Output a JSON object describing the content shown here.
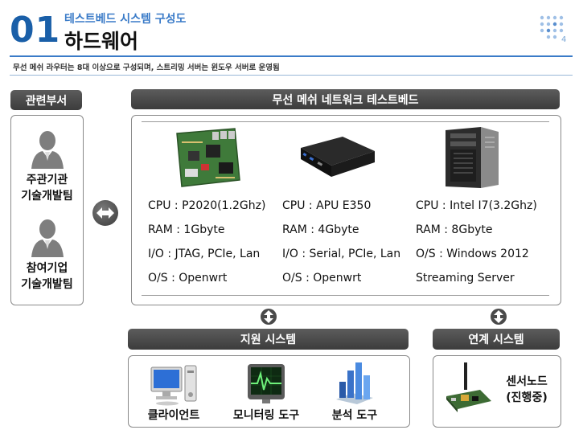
{
  "header": {
    "number": "01",
    "subtitle": "테스트베드 시스템 구성도",
    "title": "하드웨어",
    "page": "4",
    "description": "무선 메쉬 라우터는 8대 이상으로 구성되며, 스트리밍 서버는 윈도우 서버로 운영됨"
  },
  "dept": {
    "header": "관련부서",
    "items": [
      {
        "line1": "주관기관",
        "line2": "기술개발팀",
        "icon": "person-icon"
      },
      {
        "line1": "참여기업",
        "line2": "기술개발팀",
        "icon": "person-icon"
      }
    ]
  },
  "testbed": {
    "header": "무선 메쉬 네트워크 테스트베드",
    "devices": [
      {
        "icon": "embedded-board-icon",
        "specs": [
          "CPU : P2020(1.2Ghz)",
          "RAM : 1Gbyte",
          "I/O : JTAG, PCIe, Lan",
          "O/S : Openwrt"
        ]
      },
      {
        "icon": "mini-pc-icon",
        "specs": [
          "CPU : APU E350",
          "RAM : 4Gbyte",
          "I/O : Serial, PCIe, Lan",
          "O/S : Openwrt"
        ]
      },
      {
        "icon": "server-tower-icon",
        "specs": [
          "CPU : Intel I7(3.2Ghz)",
          "RAM : 8Gbyte",
          "O/S : Windows 2012",
          "Streaming Server"
        ]
      }
    ]
  },
  "support": {
    "header": "지원 시스템",
    "items": [
      {
        "label": "클라이언트",
        "icon": "client-pc-icon"
      },
      {
        "label": "모니터링 도구",
        "icon": "monitor-waveform-icon"
      },
      {
        "label": "분석 도구",
        "icon": "bar-chart-icon"
      }
    ]
  },
  "linked": {
    "header": "연계 시스템",
    "line1": "센서노드",
    "line2": "(진행중)",
    "icon": "sensor-node-icon"
  },
  "colors": {
    "accent": "#1a5fa8",
    "header_dark": "#4a4a4a",
    "border": "#8a8a8a"
  }
}
